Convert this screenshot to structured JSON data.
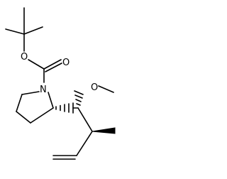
{
  "molecule": {
    "atoms": {
      "carbonyl_oxygen": "O",
      "ester_oxygen": "O",
      "methoxy_oxygen": "O",
      "ring_nitrogen": "N"
    },
    "colors": {
      "bond": "#000000",
      "text": "#000000",
      "background": "#ffffff"
    }
  }
}
